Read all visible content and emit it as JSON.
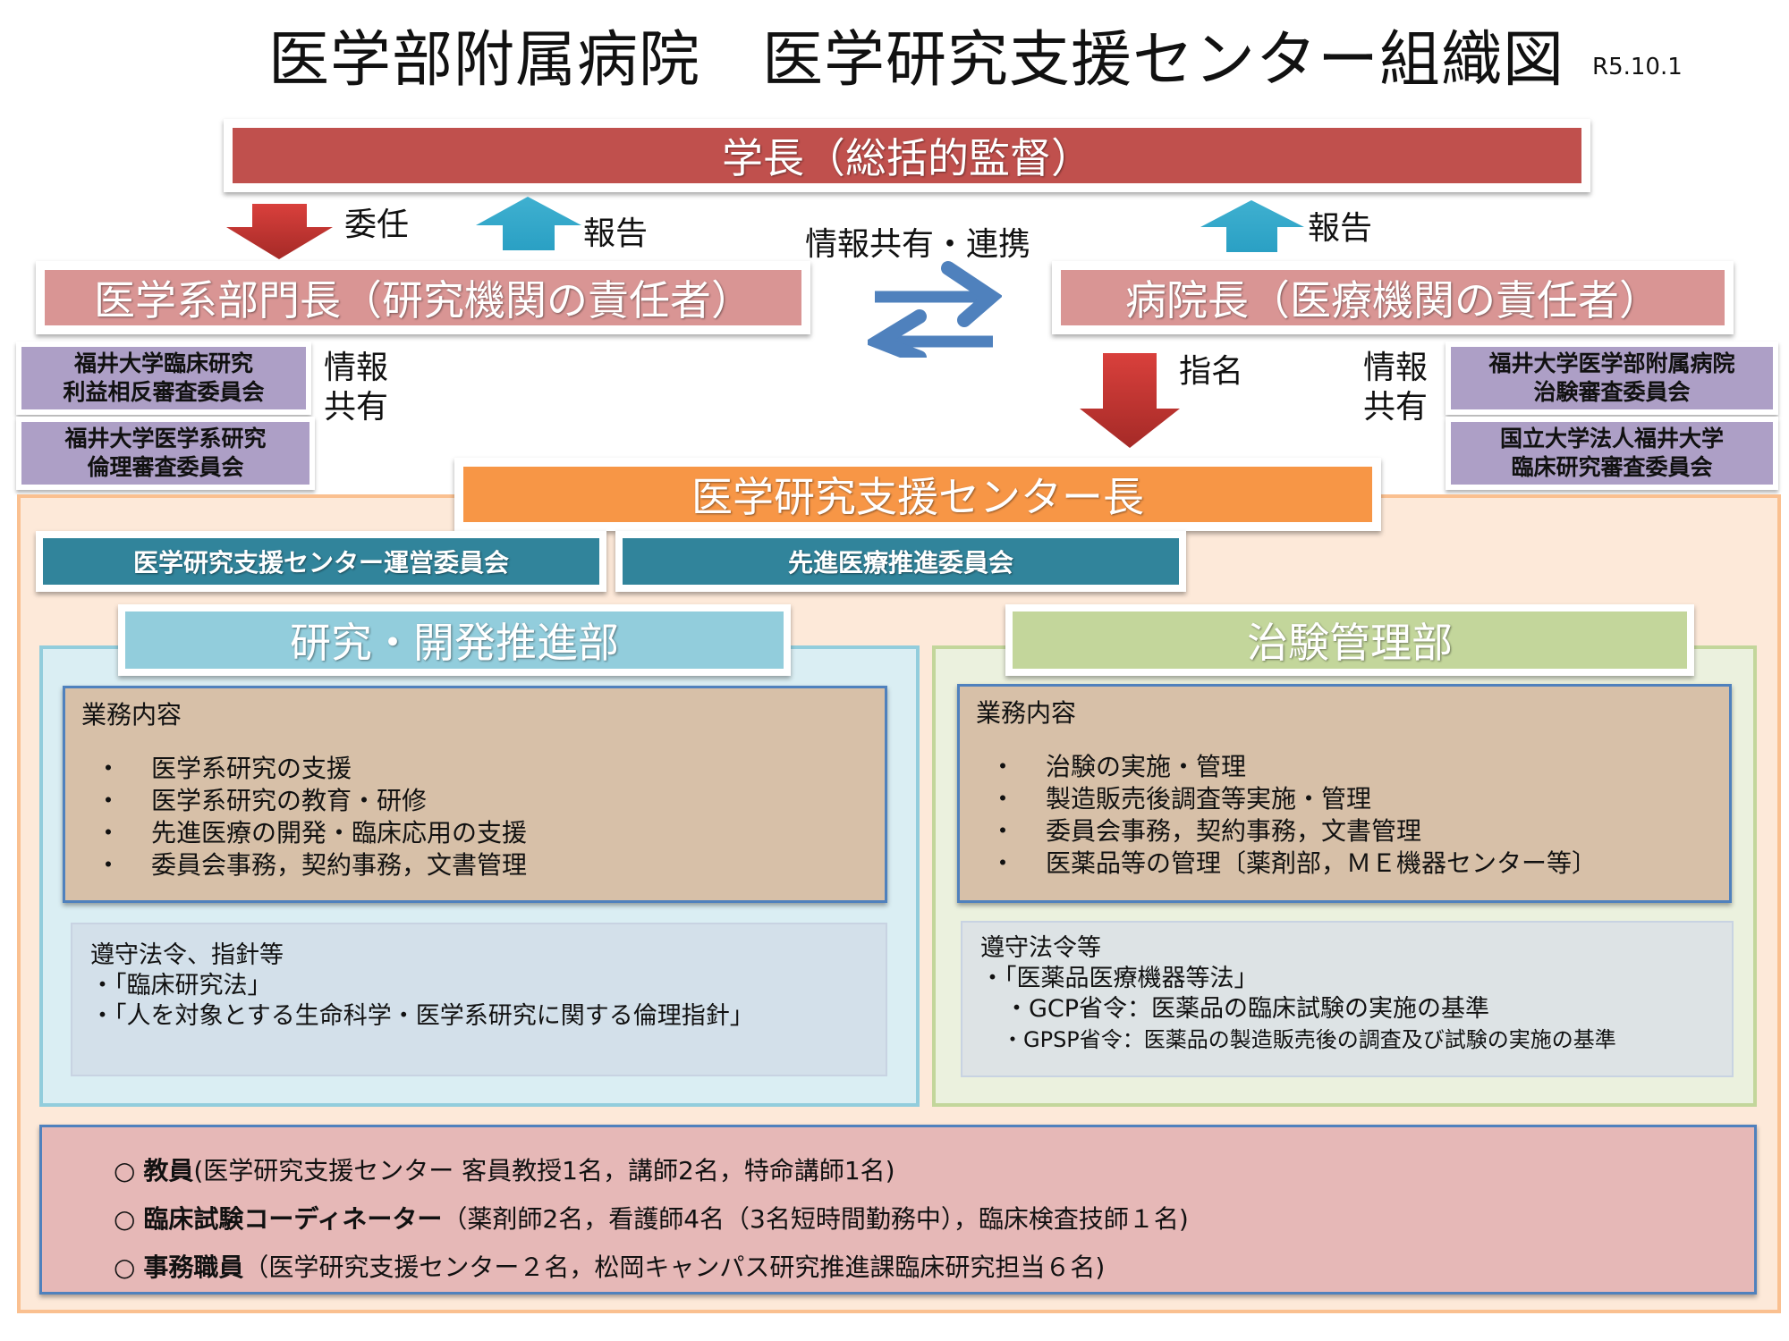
{
  "header": {
    "title": "医学部附属病院　医学研究支援センター組織図",
    "date": "R5.10.1"
  },
  "colors": {
    "president": "#c0504d",
    "dean": "#d99594",
    "committee_purple": "#ad9fc6",
    "center_head": "#f79646",
    "committee_teal": "#31849b",
    "dept_research": "#92cddc",
    "dept_trial": "#c3d69b",
    "outer_area": "#fde9d9",
    "staff_box": "#e6b8b7",
    "arrow_red": "#c0504d",
    "arrow_blue": "#4bacc6",
    "exchange_arrow": "#4f81bd"
  },
  "president": {
    "label": "学長（総括的監督）"
  },
  "arrows": {
    "delegate": "委任",
    "report_left": "報告",
    "report_right": "報告",
    "info_share_link": "情報共有・連携",
    "appoint": "指名",
    "info_share_left": [
      "情報",
      "共有"
    ],
    "info_share_right": [
      "情報",
      "共有"
    ]
  },
  "dean_medical": {
    "label": "医学系部門長（研究機関の責任者）"
  },
  "hospital_director": {
    "label": "病院長（医療機関の責任者）"
  },
  "left_committees": [
    {
      "lines": [
        "福井大学臨床研究",
        "利益相反審査委員会"
      ]
    },
    {
      "lines": [
        "福井大学医学系研究",
        "倫理審査委員会"
      ]
    }
  ],
  "right_committees": [
    {
      "lines": [
        "福井大学医学部附属病院",
        "治験審査委員会"
      ]
    },
    {
      "lines": [
        "国立大学法人福井大学",
        "臨床研究審査委員会"
      ]
    }
  ],
  "center_head": {
    "label": "医学研究支援センター長"
  },
  "center_committees": [
    {
      "label": "医学研究支援センター運営委員会"
    },
    {
      "label": "先進医療推進委員会"
    }
  ],
  "departments": [
    {
      "name": "研究・開発推進部",
      "duties_title": "業務内容",
      "duties": [
        "医学系研究の支援",
        "医学系研究の教育・研修",
        "先進医療の開発・臨床応用の支援",
        "委員会事務，契約事務，文書管理"
      ],
      "laws_title": "遵守法令、指針等",
      "laws": [
        "・「臨床研究法」",
        "・「人を対象とする生命科学・医学系研究に関する倫理指針」"
      ]
    },
    {
      "name": "治験管理部",
      "duties_title": "業務内容",
      "duties": [
        "治験の実施・管理",
        "製造販売後調査等実施・管理",
        "委員会事務，契約事務，文書管理",
        "医薬品等の管理〔薬剤部，ＭＥ機器センター等〕"
      ],
      "laws_title": "遵守法令等",
      "laws": [
        "・「医薬品医療機器等法」",
        "　・GCP省令：医薬品の臨床試験の実施の基準",
        "　・GPSP省令：医薬品の製造販売後の調査及び試験の実施の基準"
      ]
    }
  ],
  "bullet": "・",
  "staff": [
    {
      "marker": "○",
      "role": "教員",
      "detail": "(医学研究支援センター 客員教授1名，講師2名，特命講師1名)"
    },
    {
      "marker": "○",
      "role": "臨床試験コーディネーター",
      "detail": "（薬剤師2名，看護師4名（3名短時間勤務中），臨床検査技師１名)"
    },
    {
      "marker": "○",
      "role": "事務職員",
      "detail": "（医学研究支援センター２名，松岡キャンパス研究推進課臨床研究担当６名)"
    }
  ]
}
